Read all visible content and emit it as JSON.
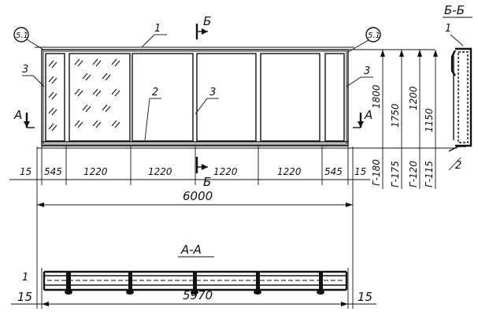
{
  "labels": {
    "marker_1": "1",
    "marker_2": "2",
    "marker_3": "3",
    "circle_51": "5.1",
    "section_a": "А",
    "section_b": "Б",
    "section_bb": "Б-Б",
    "section_aa": "А-А",
    "aa_marker": "1"
  },
  "bottom_dims": [
    "15",
    "545",
    "1220",
    "1220",
    "1220",
    "1220",
    "545",
    "15"
  ],
  "overall_width": "6000",
  "aa_width": "5970",
  "aa_left_offset": "15",
  "aa_right_offset": "15",
  "vertical_dims": [
    {
      "height": "1800",
      "code": "Г-180"
    },
    {
      "height": "1750",
      "code": "Г-175"
    },
    {
      "height": "1200",
      "code": "Г-120"
    },
    {
      "height": "1150",
      "code": "Г-115"
    }
  ]
}
